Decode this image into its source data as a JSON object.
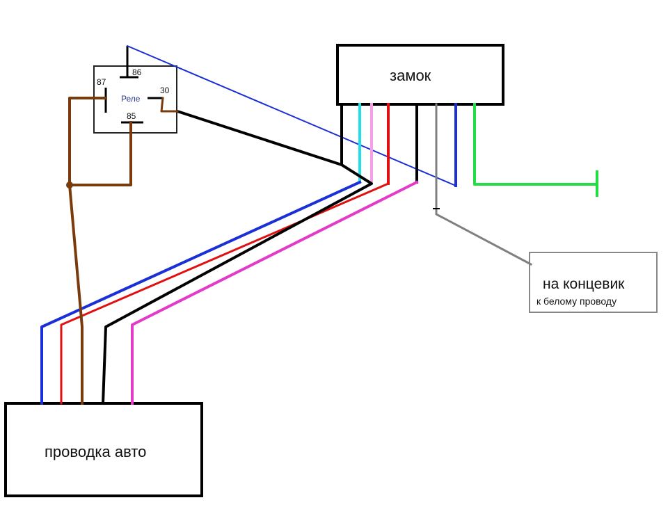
{
  "relay": {
    "title": "Реле",
    "pins": {
      "p86": "86",
      "p87": "87",
      "p30": "30",
      "p85": "85"
    }
  },
  "lock": {
    "label": "замок"
  },
  "car_wiring": {
    "label": "проводка авто"
  },
  "limit_switch": {
    "label": "на концевик",
    "sublabel": "к белому проводу"
  },
  "wire_colors": {
    "black": "#000000",
    "blue": "#1a2fd6",
    "red": "#e01010",
    "pink": "#e43ac8",
    "light_pink": "#f3a0e6",
    "cyan": "#22e0e8",
    "gray": "#808080",
    "green": "#22dd44",
    "brown": "#7a3b0c"
  }
}
